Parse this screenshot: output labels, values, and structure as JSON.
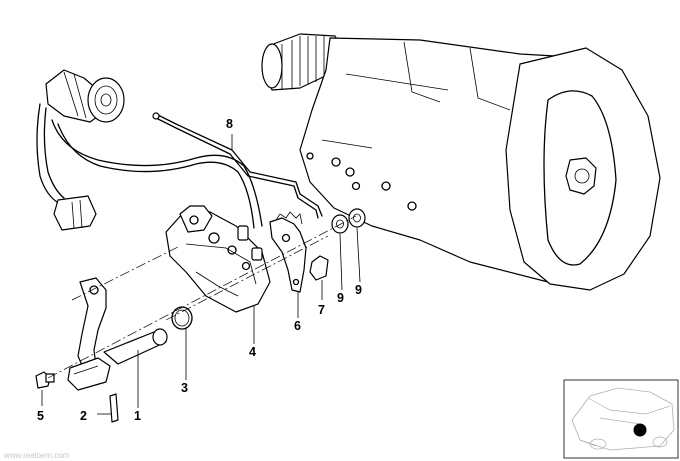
{
  "callouts": {
    "c1": "1",
    "c2": "2",
    "c3": "3",
    "c4": "4",
    "c5": "5",
    "c6": "6",
    "c7": "7",
    "c8": "8",
    "c9a": "9",
    "c9b": "9"
  },
  "thumbnail": {
    "marker": "black-dot"
  },
  "watermark": "www.realoem.com"
}
